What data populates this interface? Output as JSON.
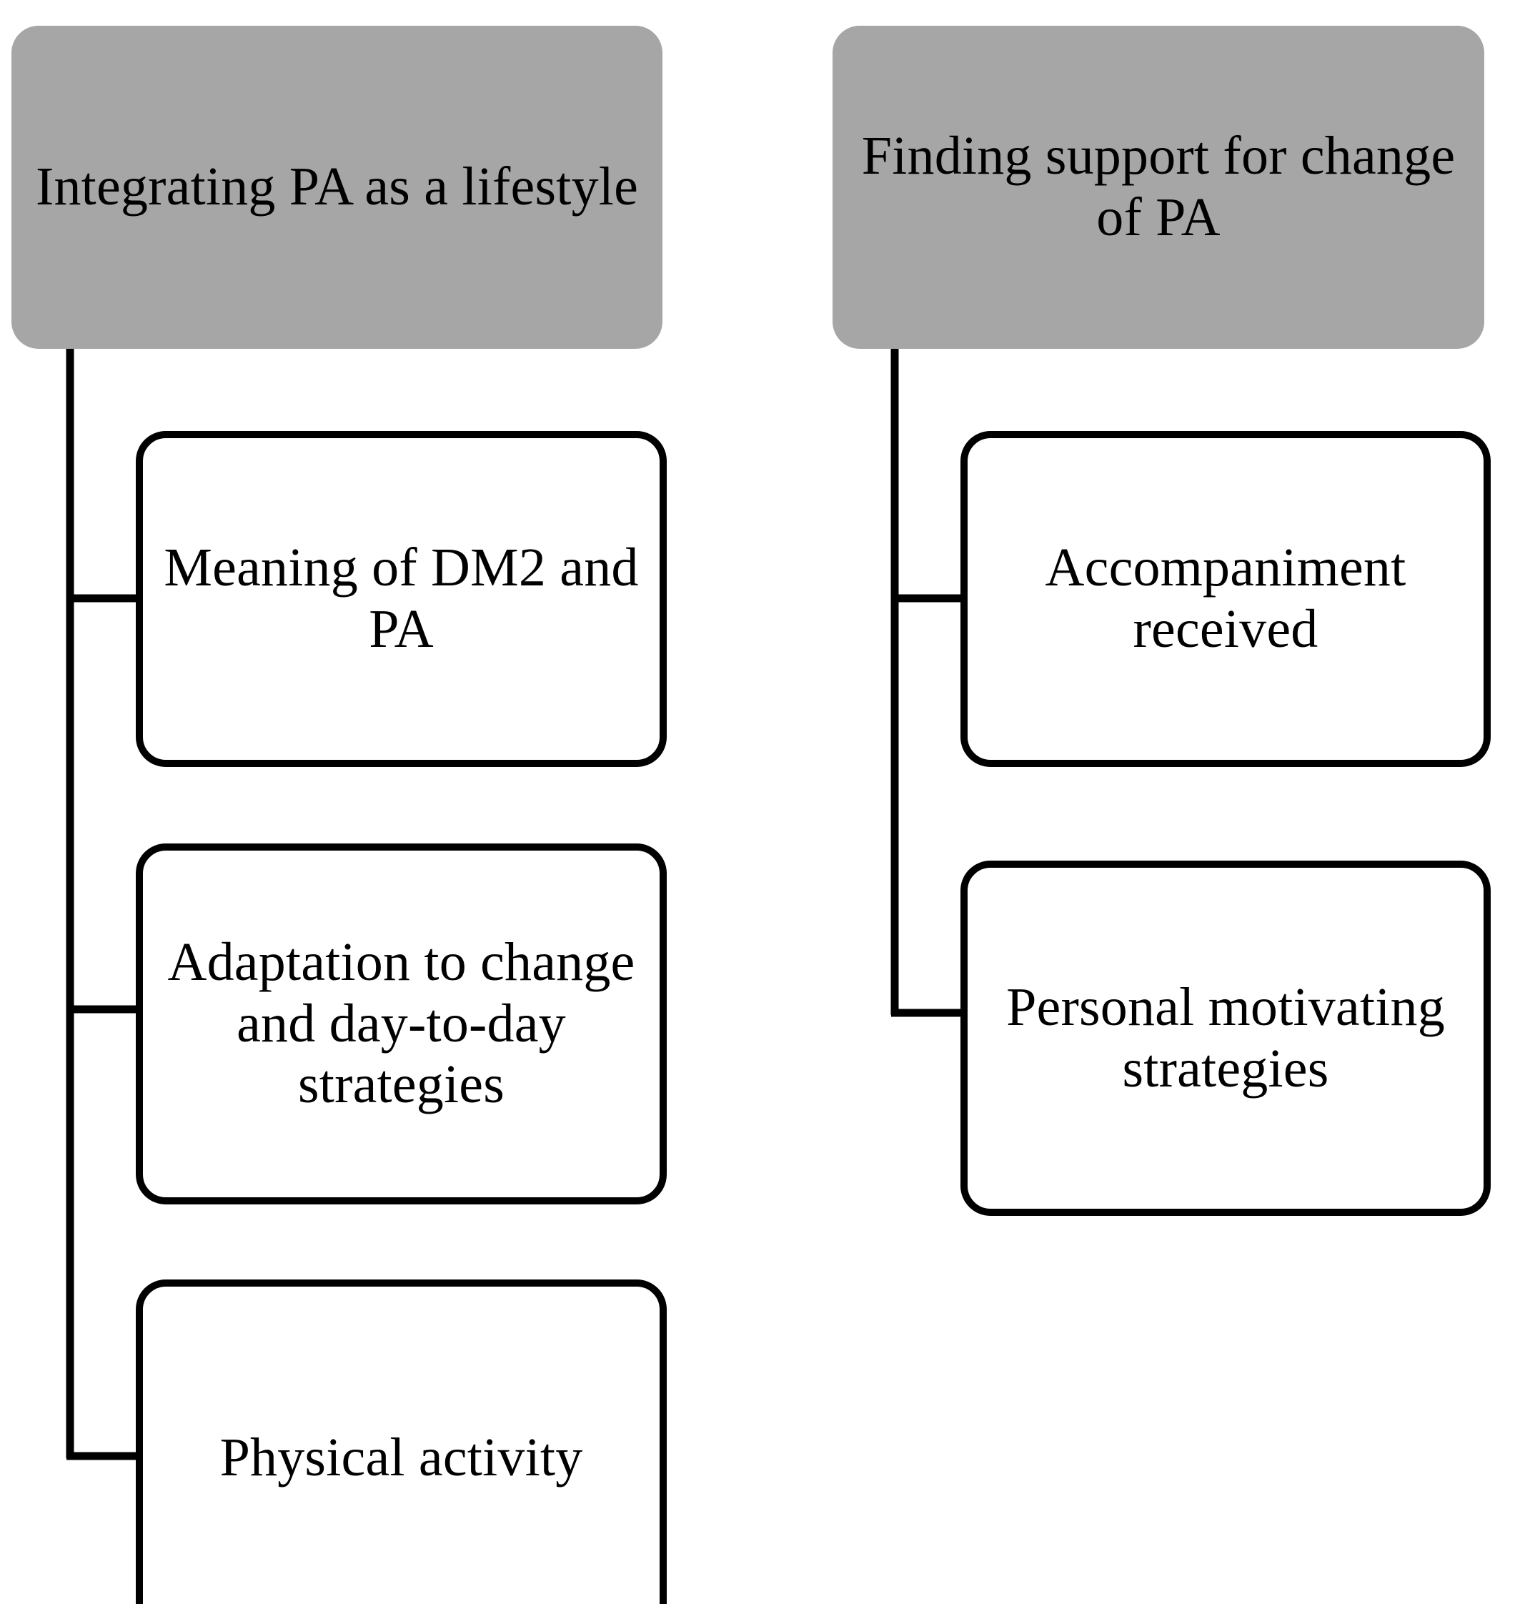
{
  "diagram": {
    "type": "hierarchy-tree",
    "background_color": "#ffffff",
    "theme_fill_color": "#a6a6a6",
    "node_fill_color": "#ffffff",
    "node_stroke_color": "#000000",
    "text_color": "#000000",
    "columns": [
      {
        "theme": {
          "label": "Integrating PA as a lifestyle"
        },
        "subthemes": [
          {
            "label": "Meaning of DM2 and PA"
          },
          {
            "label": "Adaptation to change and day-to-day strategies"
          },
          {
            "label": "Physical activity"
          }
        ]
      },
      {
        "theme": {
          "label": "Finding support for change of PA"
        },
        "subthemes": [
          {
            "label": "Accompaniment received"
          },
          {
            "label": "Personal motivating strategies"
          }
        ]
      }
    ]
  }
}
